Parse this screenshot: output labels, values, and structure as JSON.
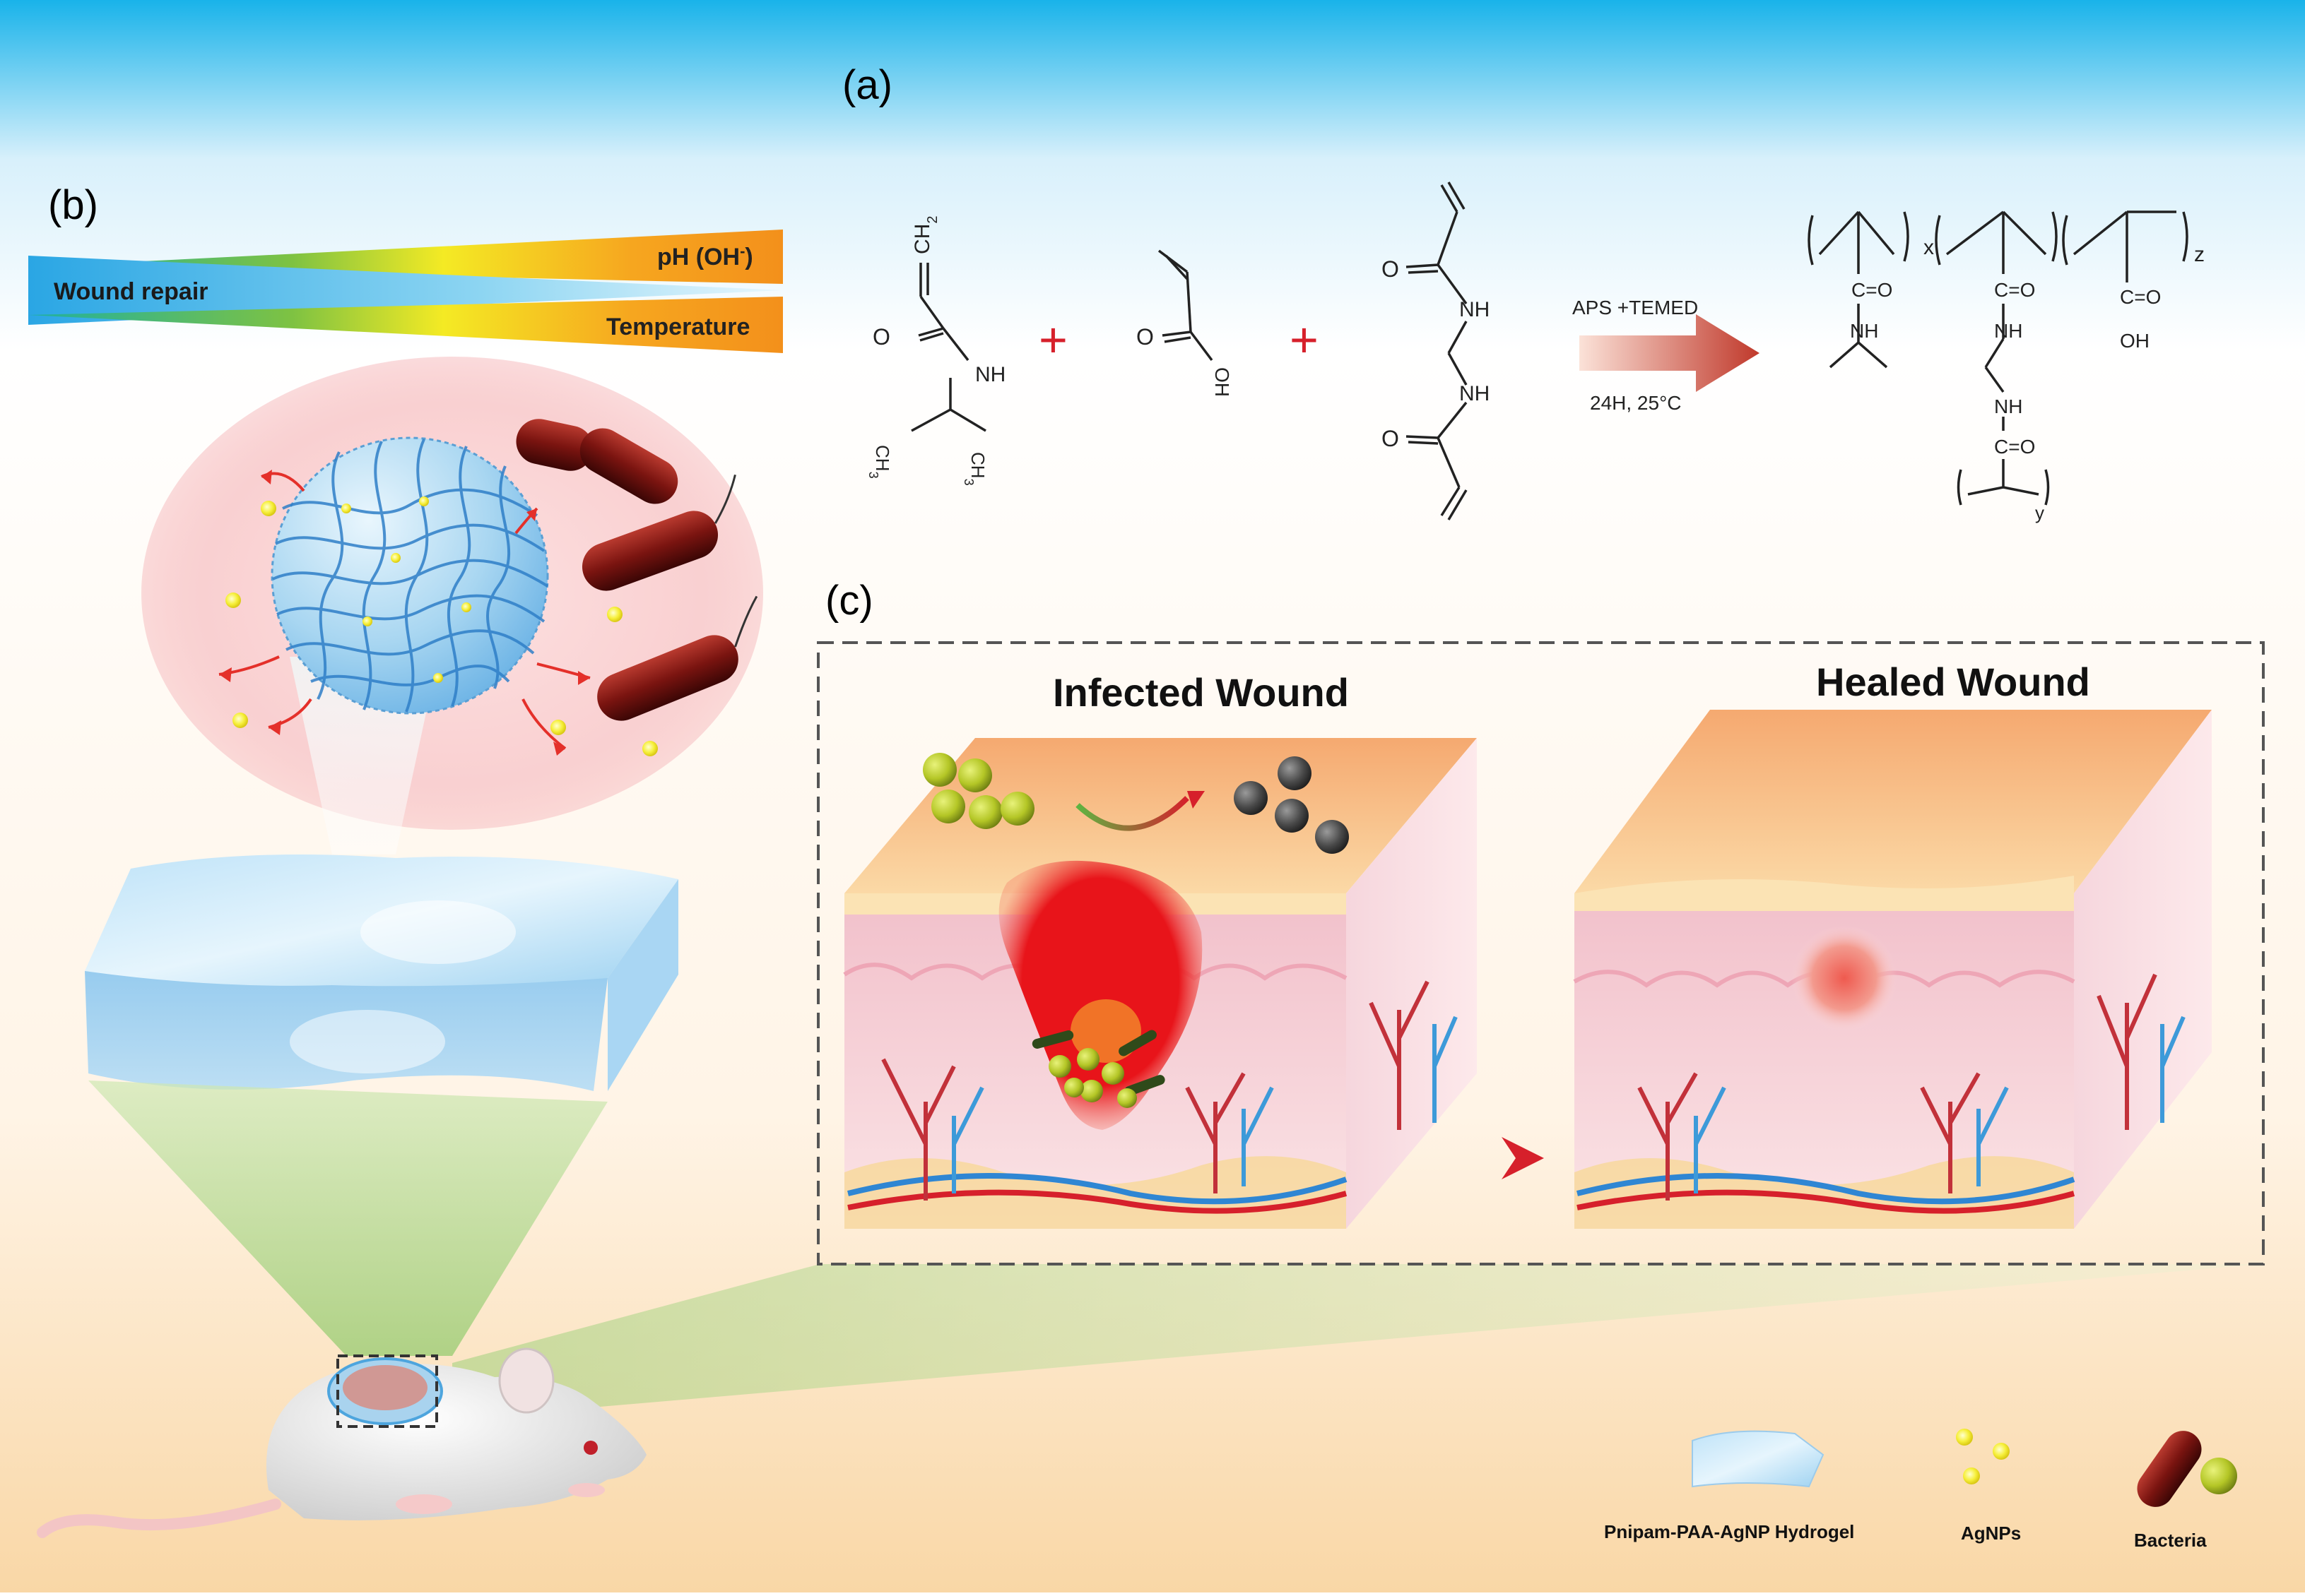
{
  "panels": {
    "a": "(a)",
    "b": "(b)",
    "c": "(c)"
  },
  "gradient_bar": {
    "top_label": "pH (OH",
    "top_label_sup": "-",
    "top_label_end": ")",
    "left_label": "Wound repair",
    "bottom_label": "Temperature"
  },
  "reaction": {
    "plus_1": "+",
    "plus_2": "+",
    "arrow_top": "APS +TEMED",
    "arrow_bottom": "24H, 25°C",
    "nipam": {
      "ch2": "CH",
      "ch2_sub": "2",
      "o": "O",
      "nh": "NH",
      "ch3_left": "CH",
      "ch3_left_sub": "3",
      "ch3_right": "CH",
      "ch3_right_sub": "3"
    },
    "acrylic_acid": {
      "o": "O",
      "oh": "OH"
    },
    "bis": {
      "o_top": "O",
      "nh_top": "NH",
      "nh_bottom": "NH",
      "o_bottom": "O"
    },
    "product": {
      "x": "x",
      "z": "z",
      "y": "y",
      "co_1": "C=O",
      "nh_1": "NH",
      "co_2": "C=O",
      "nh_2": "NH",
      "nh_3": "NH",
      "co_3": "C=O",
      "co_4": "C=O",
      "oh_4": "OH"
    }
  },
  "wound_titles": {
    "infected": "Infected Wound",
    "healed": "Healed Wound"
  },
  "legend": {
    "hydrogel": "Pnipam-PAA-AgNP Hydrogel",
    "agnps": "AgNPs",
    "bacteria": "Bacteria"
  },
  "colors": {
    "accent_red": "#d6202b",
    "bacteria_red": "#8a1a17",
    "hydrogel_blue": "#6fb5e6",
    "agnp_yellow": "#f3ee3a",
    "gradient_orange": "#f39a1b",
    "gradient_cyan": "#2fb0e6",
    "gradient_green": "#7ec242"
  }
}
